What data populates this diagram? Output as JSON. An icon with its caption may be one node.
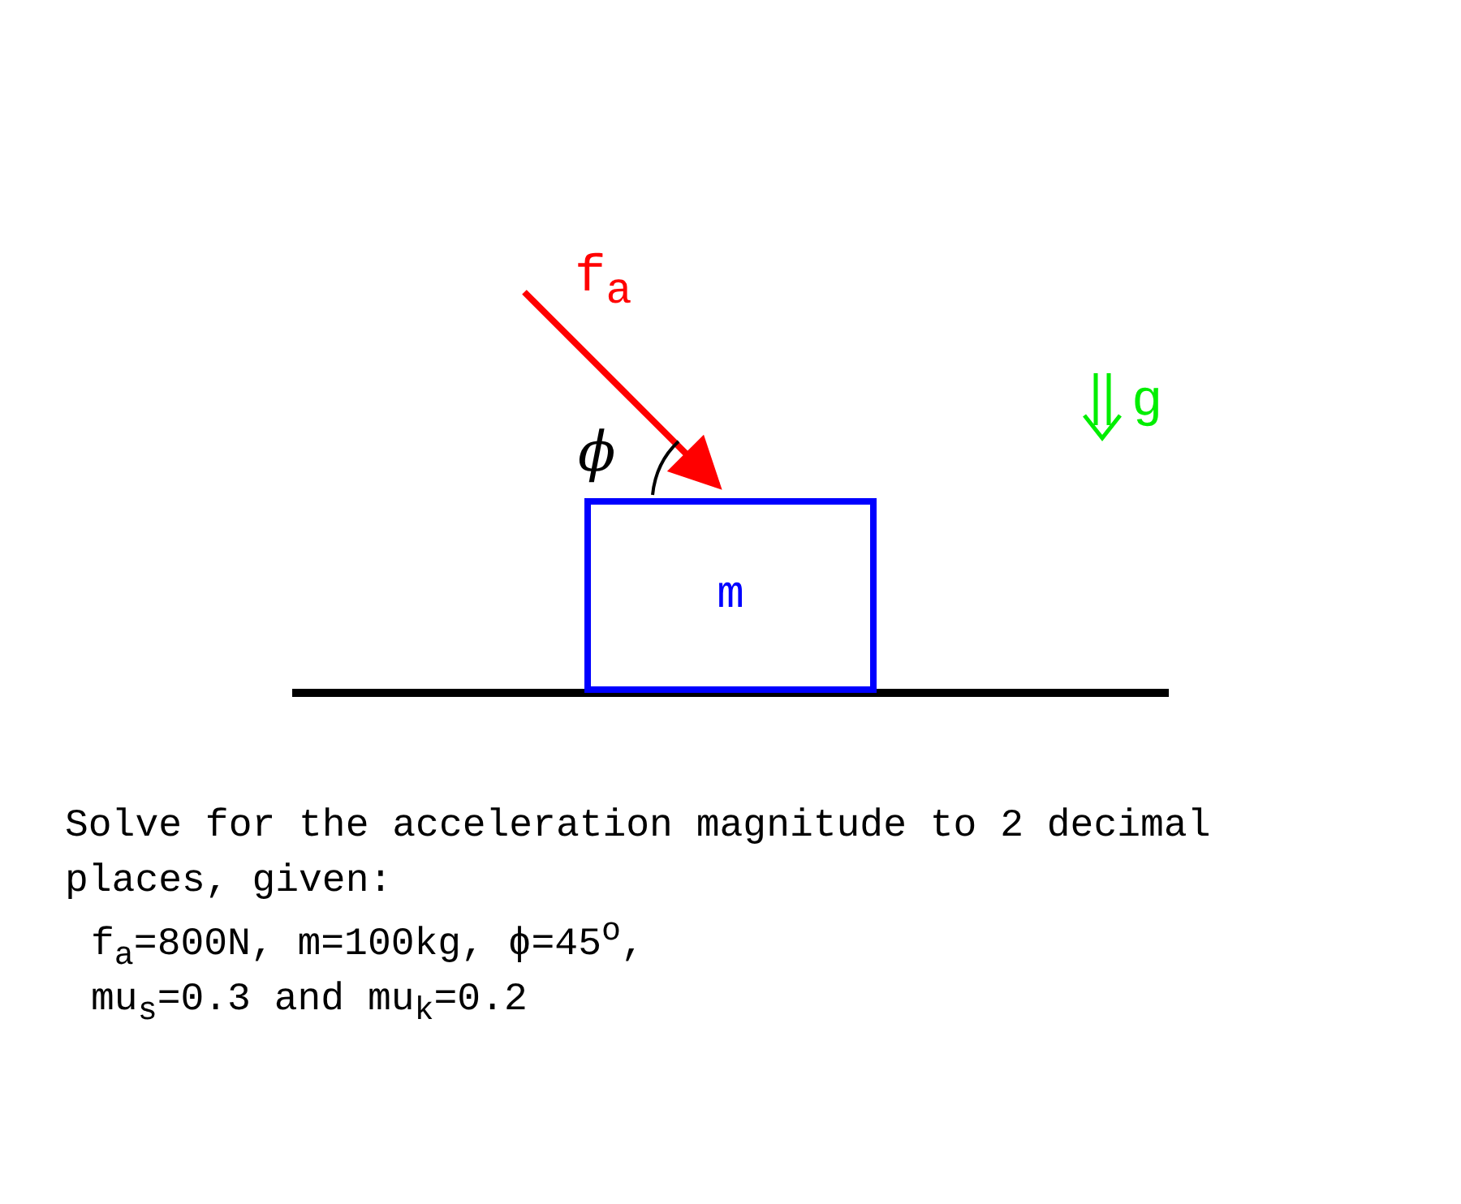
{
  "diagram": {
    "nodes": [
      {
        "text": [
          "m"
        ]
      }
    ],
    "edges": [],
    "labels": [
      "f$_{a}$",
      "ϕ",
      "g",
      "Solve for the acceleration magnitude to 2 decimal places, given:",
      "f$_{a}$=800N, m=100kg, ϕ=45$^{o}$,",
      "mu$_{s}$=0.3 and mu$_{k}$=0.2"
    ]
  }
}
